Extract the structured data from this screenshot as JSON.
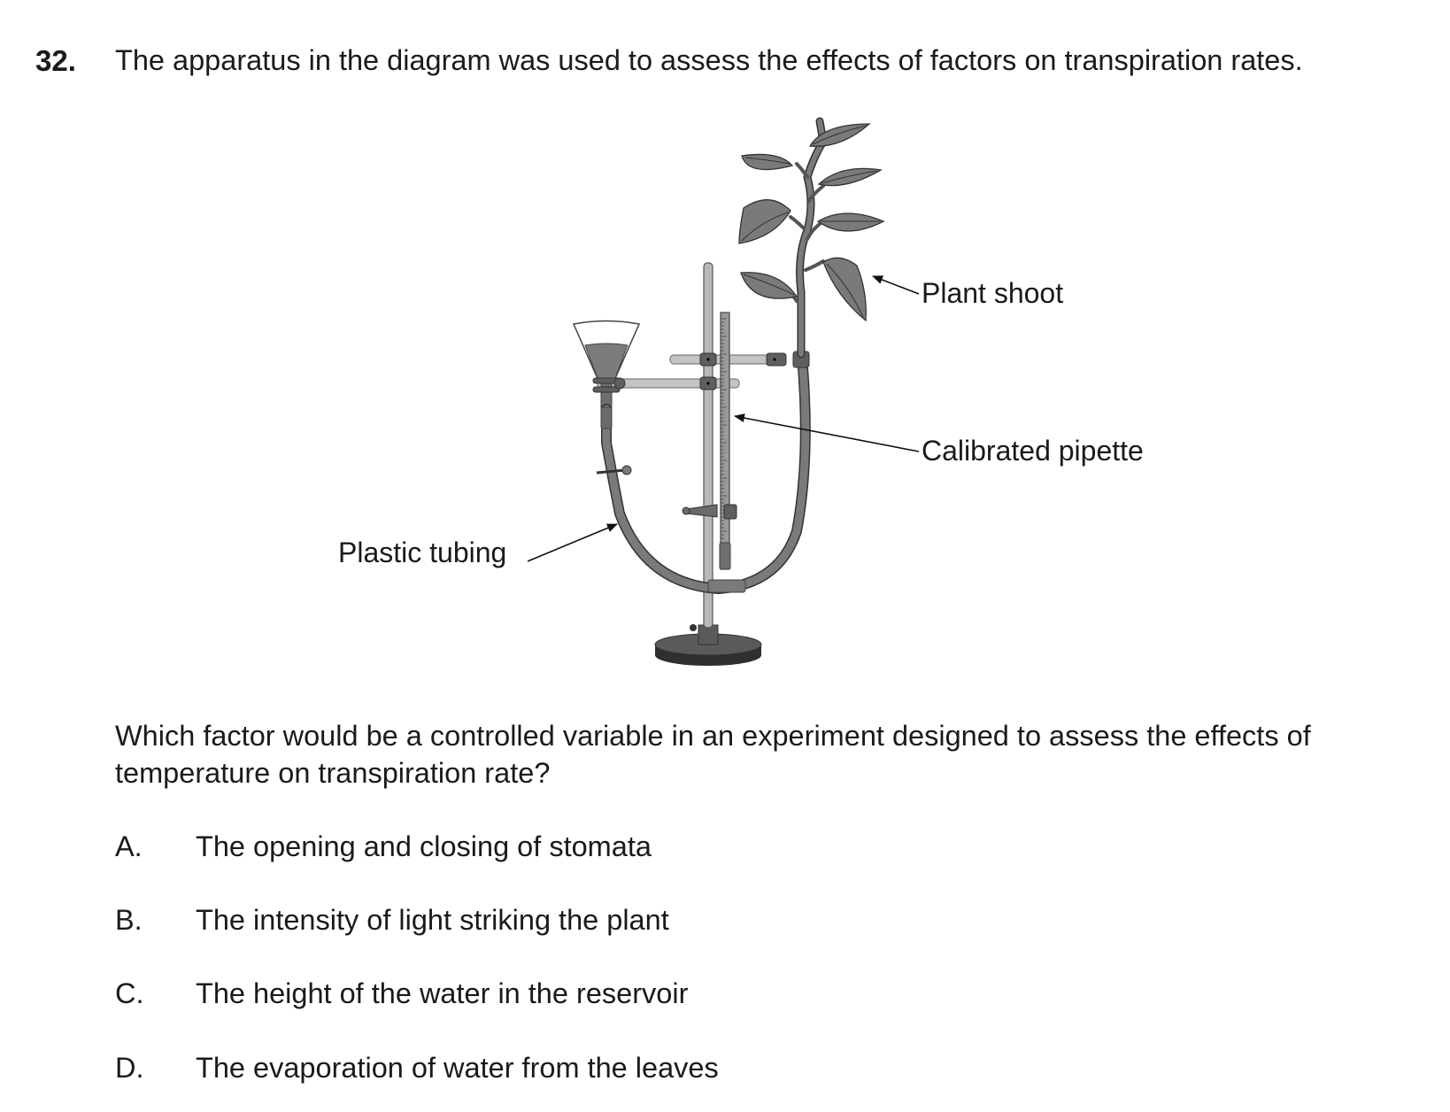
{
  "question": {
    "number": "32.",
    "stem": "The apparatus in the diagram was used to assess the effects of factors on transpiration rates.",
    "prompt_line1": "Which factor would be a controlled variable in an experiment designed to assess the effects of",
    "prompt_line2": "temperature on transpiration rate?"
  },
  "diagram": {
    "labels": {
      "plant_shoot": "Plant shoot",
      "calibrated_pipette": "Calibrated pipette",
      "plastic_tubing": "Plastic tubing"
    },
    "colors": {
      "leaf": "#7a7a7a",
      "tube": "#6e6e6e",
      "rod": "#b8b8b8",
      "base": "#4a4a4a",
      "outline": "#333333"
    }
  },
  "options": [
    {
      "letter": "A.",
      "text": "The opening and closing of stomata"
    },
    {
      "letter": "B.",
      "text": "The intensity of light striking the plant"
    },
    {
      "letter": "C.",
      "text": "The height of the water in the reservoir"
    },
    {
      "letter": "D.",
      "text": "The evaporation of water from the leaves"
    }
  ]
}
